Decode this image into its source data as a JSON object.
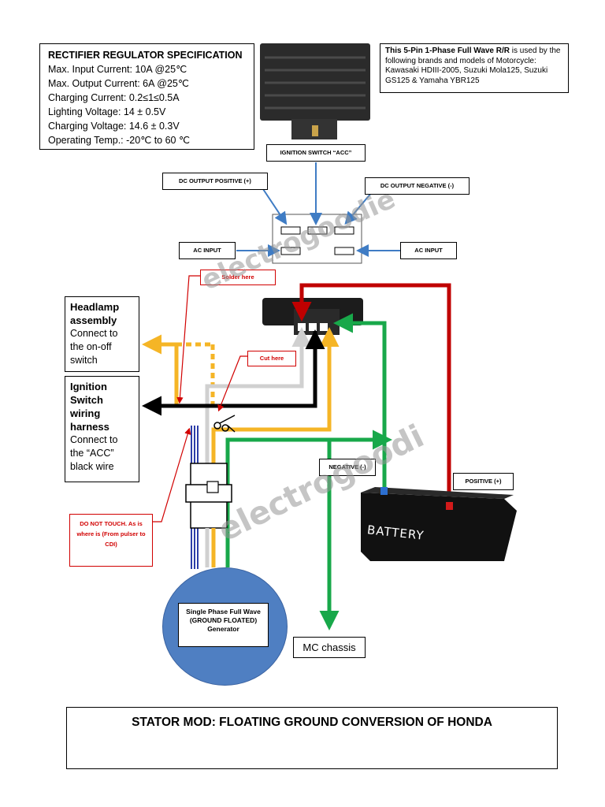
{
  "spec": {
    "title": "RECTIFIER REGULATOR SPECIFICATION",
    "lines": [
      "Max. Input Current: 10A @25℃",
      "Max. Output Current: 6A @25℃",
      "Charging Current: 0.2≤1≤0.5A",
      "Lighting Voltage: 14 ± 0.5V",
      "Charging Voltage: 14.6 ± 0.3V",
      "Operating Temp.: -20℃ to 60 ℃"
    ]
  },
  "note": {
    "bold": "This 5-Pin 1-Phase Full Wave R/R",
    "rest": " is used by the following brands and models of Motorcycle: Kawasaki HDIII-2005, Suzuki Mola125, Suzuki GS125 & Yamaha YBR125"
  },
  "labels": {
    "ignition_acc": "IGNITION SWITCH “ACC”",
    "dc_pos": "DC OUTPUT POSITIVE (+)",
    "dc_neg": "DC OUTPUT NEGATIVE (-)",
    "ac_left": "AC INPUT",
    "ac_right": "AC INPUT",
    "solder": "Solder here",
    "cut": "Cut here",
    "negative": "NEGATIVE (-)",
    "positive": "POSITIVE (+)",
    "do_not_touch": "DO NOT TOUCH. As is where is (From pulser to CDI)",
    "generator": "Single Phase Full Wave (GROUND FLOATED) Generator",
    "chassis": "MC chassis",
    "battery": "BATTERY"
  },
  "headlamp": {
    "title": "Headlamp assembly",
    "body": "Connect to the on-off switch"
  },
  "ignition": {
    "title": "Ignition Switch wiring harness",
    "body": "Connect to the “ACC” black wire"
  },
  "watermark": "electrogoodie",
  "watermark2": "electrogoodi",
  "footer_title": "STATOR MOD: FLOATING GROUND CONVERSION OF HONDA",
  "colors": {
    "red_wire": "#c00000",
    "green_wire": "#18a84a",
    "yellow_wire": "#f5b526",
    "black_wire": "#000000",
    "blue_arrow": "#3f7cc4",
    "generator": "#4f7fc2"
  }
}
